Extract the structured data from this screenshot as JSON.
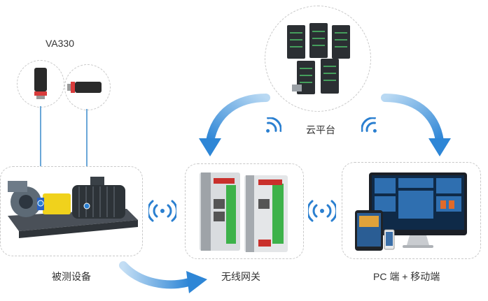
{
  "sensor_label": "VA330",
  "cloud_label": "云平台",
  "equipment_label": "被测设备",
  "gateway_label": "无线网关",
  "client_label": "PC 端 + 移动端",
  "colors": {
    "arrow": "#2e86d6",
    "wifi": "#2a7fd0",
    "dashed": "#c8c8c8",
    "sensor_ring": "#d83b3b"
  }
}
